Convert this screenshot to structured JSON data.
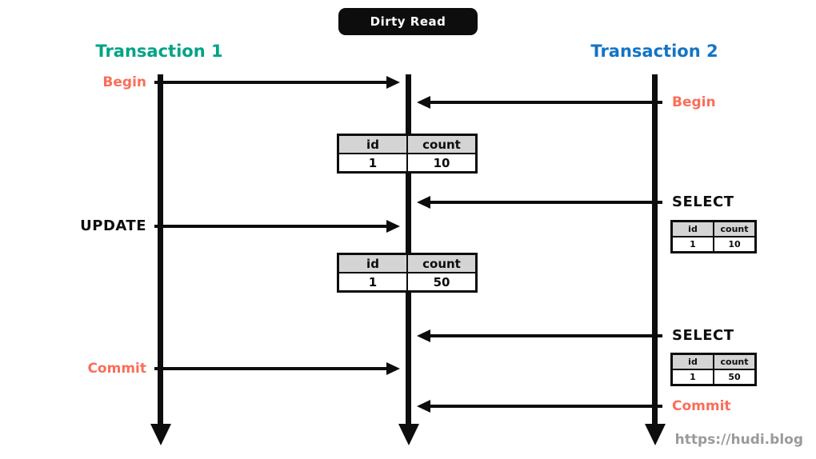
{
  "title": {
    "badge": "Dirty Read"
  },
  "colors": {
    "teal": "#00a386",
    "blue": "#1274c5",
    "salmon": "#fa6e59",
    "pink": "#e9197c",
    "ink": "#0d0d0d",
    "badge-bg": "#0d0d0d",
    "table-header": "#d4d4d4",
    "watermark": "#9a9a9a"
  },
  "transactions": {
    "t1": {
      "label": "Transaction 1"
    },
    "t2": {
      "label": "Transaction 2"
    }
  },
  "events": {
    "t1_begin": "Begin",
    "t2_begin": "Begin",
    "t2_select1": "SELECT",
    "t1_update": "UPDATE",
    "t2_select2": "SELECT",
    "t1_commit": "Commit",
    "t2_commit": "Commit"
  },
  "tables": {
    "headers": {
      "id": "id",
      "count": "count"
    },
    "main_before": {
      "id": "1",
      "count": "10"
    },
    "main_after": {
      "id": "1",
      "count": "50"
    },
    "select_result_1": {
      "id": "1",
      "count": "10"
    },
    "select_result_2": {
      "id": "1",
      "count": "50"
    }
  },
  "icons": {
    "timeline_arrowhead": "down-arrowhead",
    "message_arrowhead": "horizontal-arrowhead"
  },
  "watermark": "https://hudi.blog"
}
